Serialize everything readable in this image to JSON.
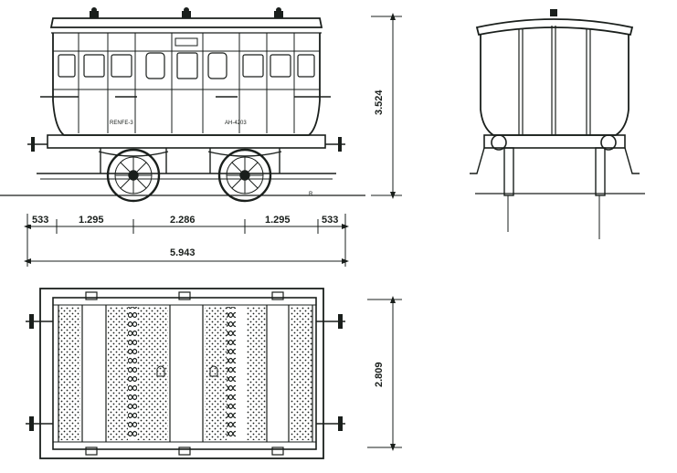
{
  "side_view": {
    "car_label_left": "RENFE-3",
    "car_label_right": "AH-4203",
    "artist_mark": "R"
  },
  "dimensions": {
    "segments": [
      "533",
      "1.295",
      "2.286",
      "1.295",
      "533"
    ],
    "overall_length": "5.943",
    "height": "3.524",
    "width": "2.809"
  },
  "colors": {
    "ink": "#1a1f1c",
    "paper": "#ffffff"
  }
}
